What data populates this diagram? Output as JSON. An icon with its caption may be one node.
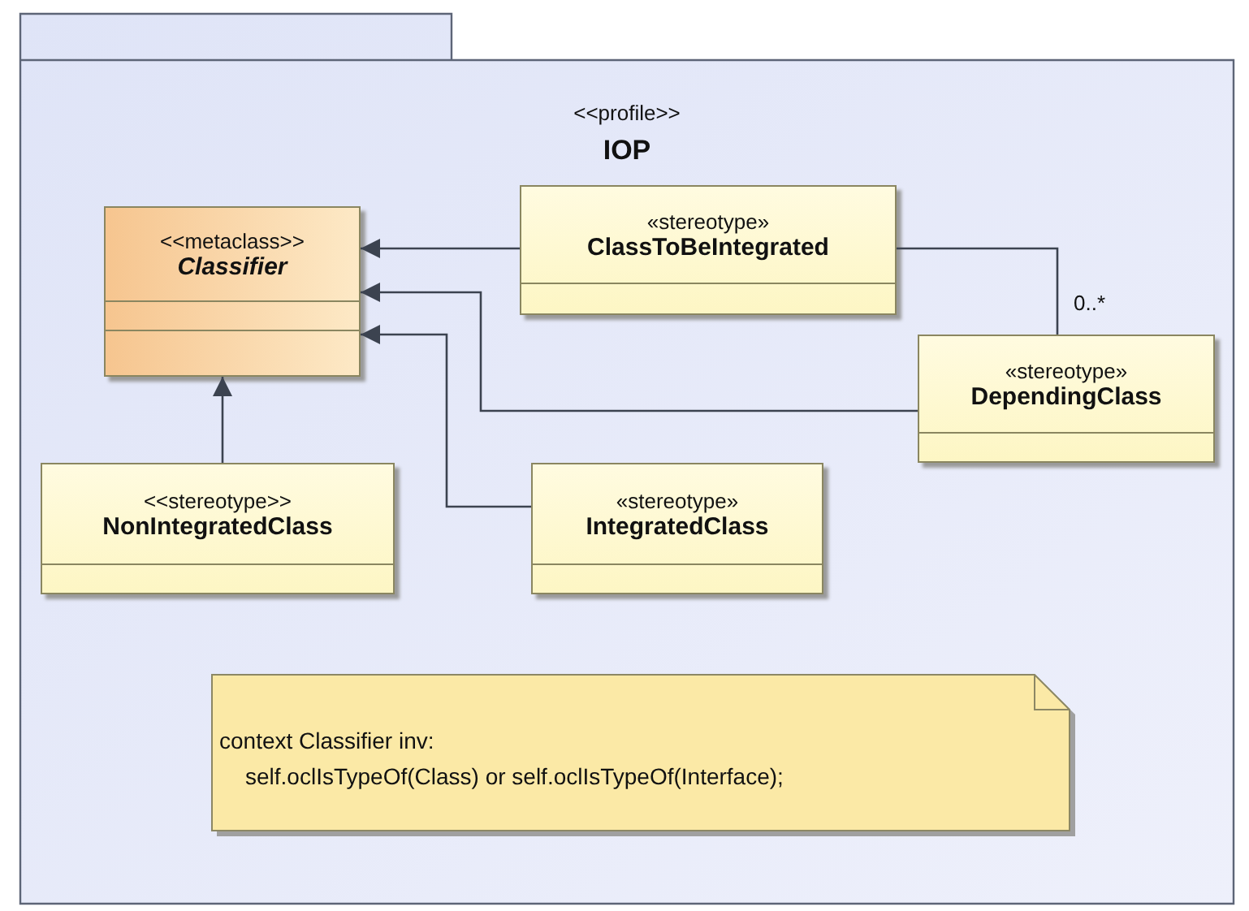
{
  "diagram": {
    "nodes": [
      {
        "text": [
          "<<profile>>",
          "IOP"
        ]
      },
      {
        "text": [
          "<<metaclass>>",
          "Classifier"
        ],
        "in": 0
      },
      {
        "text": [
          "«stereotype»",
          "ClassToBeIntegrated"
        ],
        "in": 0
      },
      {
        "text": [
          "«stereotype»",
          "DependingClass"
        ],
        "in": 0
      },
      {
        "text": [
          "<<stereotype>>",
          "NonIntegratedClass"
        ],
        "in": 0
      },
      {
        "text": [
          "«stereotype»",
          "IntegratedClass"
        ],
        "in": 0
      },
      {
        "text": [
          "context Classifier inv:",
          "self.oclIsTypeOf(Class) or self.oclIsTypeOf(Interface);"
        ],
        "in": 0
      }
    ],
    "edges": [
      {
        "from": 2,
        "to": 1,
        "arrow": "to"
      },
      {
        "from": 3,
        "to": 1,
        "arrow": "to"
      },
      {
        "from": 5,
        "to": 1,
        "arrow": "to"
      },
      {
        "from": 4,
        "to": 1,
        "arrow": "to"
      },
      {
        "from": 2,
        "to": 3,
        "arrow": "none",
        "label": "0..*"
      }
    ]
  }
}
